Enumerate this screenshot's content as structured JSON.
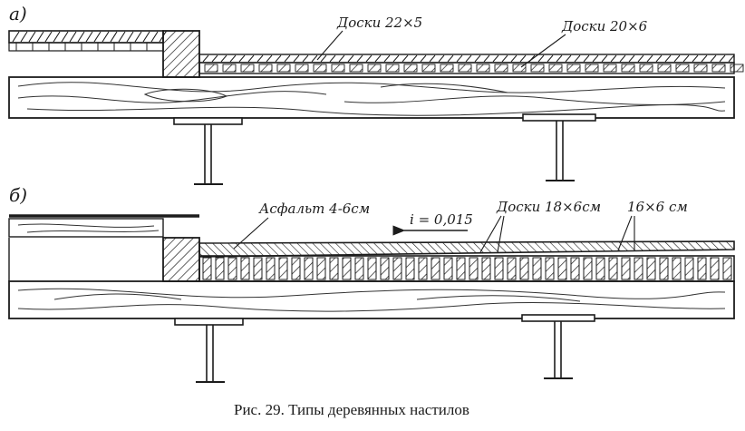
{
  "figure": {
    "caption": "Рис. 29. Типы деревянных настилов",
    "part_a": {
      "letter": "а)",
      "label_boards_1": "Доски 22×5",
      "label_boards_2": "Доски 20×6"
    },
    "part_b": {
      "letter": "б)",
      "label_asphalt": "Асфальт 4-6см",
      "label_slope": "i = 0,015",
      "label_boards_1": "Доски 18×6см",
      "label_boards_2": "16×6 см"
    }
  }
}
